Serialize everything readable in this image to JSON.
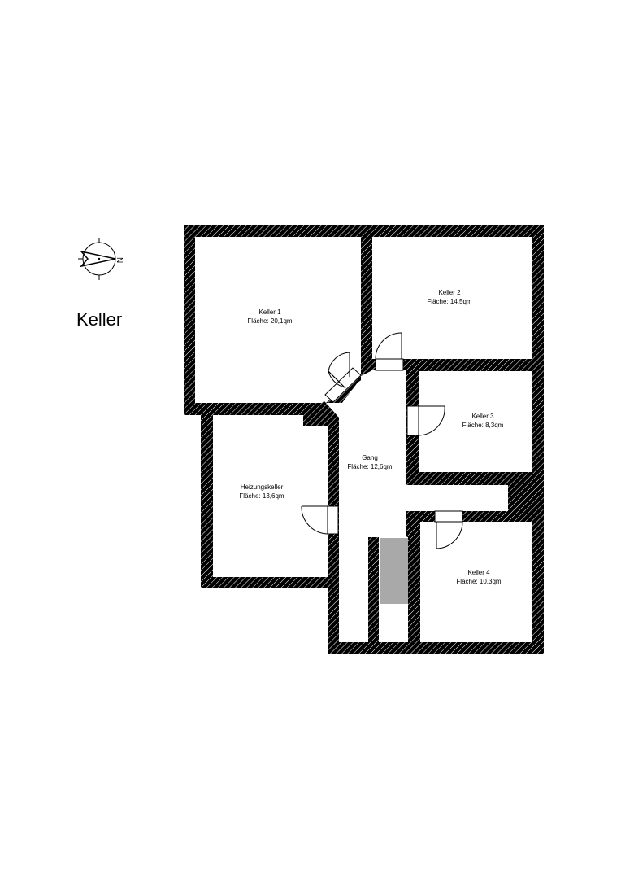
{
  "floor_title": "Keller",
  "compass": {
    "direction_label": "N"
  },
  "rooms": [
    {
      "name": "Keller 1",
      "area": "Fläche: 20,1qm"
    },
    {
      "name": "Keller 2",
      "area": "Fläche: 14,5qm"
    },
    {
      "name": "Keller 3",
      "area": "Fläche: 8,3qm"
    },
    {
      "name": "Gang",
      "area": "Fläche: 12,6qm"
    },
    {
      "name": "Heizungskeller",
      "area": "Fläche: 13,6qm"
    },
    {
      "name": "Keller 4",
      "area": "Fläche: 10,3qm"
    }
  ],
  "colors": {
    "wall": "#000000",
    "hatch": "#ffffff",
    "stair": "#a9a9a9"
  }
}
